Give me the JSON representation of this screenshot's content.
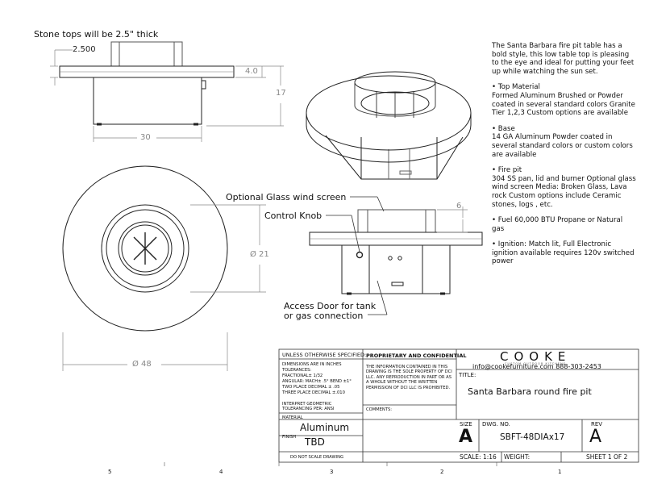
{
  "callouts": {
    "stone_tops": "Stone tops will be 2.5\" thick",
    "glass_screen": "Optional Glass wind screen",
    "control_knob": "Control Knob",
    "access_door_line1": "Access Door for tank",
    "access_door_line2": "or gas connection"
  },
  "dimensions": {
    "stone": "2.500",
    "top_thickness": "4.0",
    "height": "17",
    "width": "30",
    "inner_dia": "Ø 21",
    "outer_dia": "Ø 48",
    "screen_height": "6"
  },
  "notes": {
    "intro": "The Santa Barbara fire pit table has a bold style, this low table top is pleasing to the eye and ideal for putting your feet up while watching the sun set.",
    "top_title": "• Top Material",
    "top_body": "Formed Aluminum Brushed or Powder coated in several standard colors Granite Tier 1,2,3 Custom options are available",
    "base_title": "• Base",
    "base_body": "14 GA Aluminum Powder coated in several standard colors or custom colors are available",
    "firepit_title": "• Fire pit",
    "firepit_body": "304 SS pan, lid and burner Optional glass wind screen Media: Broken Glass, Lava rock Custom options include Ceramic stones, logs , etc.",
    "fuel": "• Fuel 60,000 BTU Propane or Natural gas",
    "ignition": "• Ignition: Match lit, Full Electronic ignition available requires 120v switched power"
  },
  "title_block": {
    "unless": "UNLESS OTHERWISE SPECIFIED:",
    "dims_in_inches": "DIMENSIONS ARE IN INCHES",
    "tolerances": "TOLERANCES:",
    "fractional": "FRACTIONAL± 1/32",
    "angular": "ANGULAR: MACH± .5° BEND ±1°",
    "two_place": "TWO PLACE DECIMAL   ± .05",
    "three_place": "THREE PLACE DECIMAL  ±.010",
    "interpret1": "INTERPRET GEOMETRIC",
    "interpret2": "TOLERANCING PER: ANSI",
    "material_label": "MATERIAL",
    "material": "Aluminum",
    "finish_label": "FINISH",
    "finish": "TBD",
    "do_not_scale": "DO NOT SCALE DRAWING",
    "proprietary": "PROPRIETARY AND CONFIDENTIAL",
    "prop_body": "THE INFORMATION CONTAINED IN THIS DRAWING IS THE SOLE PROPERTY OF DCI LLC. ANY REPRODUCTION IN PART OR AS A WHOLE WITHOUT THE WRITTEN PERMISSION OF DCI LLC IS PROHIBITED.",
    "comments": "COMMENTS:",
    "company": "COOKE",
    "company_sub": "CUSTOM OUTDOOR KITCHENS",
    "contact": "info@cookefurniture.com 888-303-2453",
    "title_label": "TITLE:",
    "title": "Santa Barbara round fire pit",
    "size_label": "SIZE",
    "size": "A",
    "dwg_label": "DWG.  NO.",
    "dwg_no": "SBFT-48DIAx17",
    "rev_label": "REV",
    "rev": "A",
    "scale": "SCALE: 1:16",
    "weight": "WEIGHT:",
    "sheet": "SHEET 1 OF 2"
  },
  "zones": [
    "5",
    "4",
    "3",
    "2",
    "1"
  ]
}
